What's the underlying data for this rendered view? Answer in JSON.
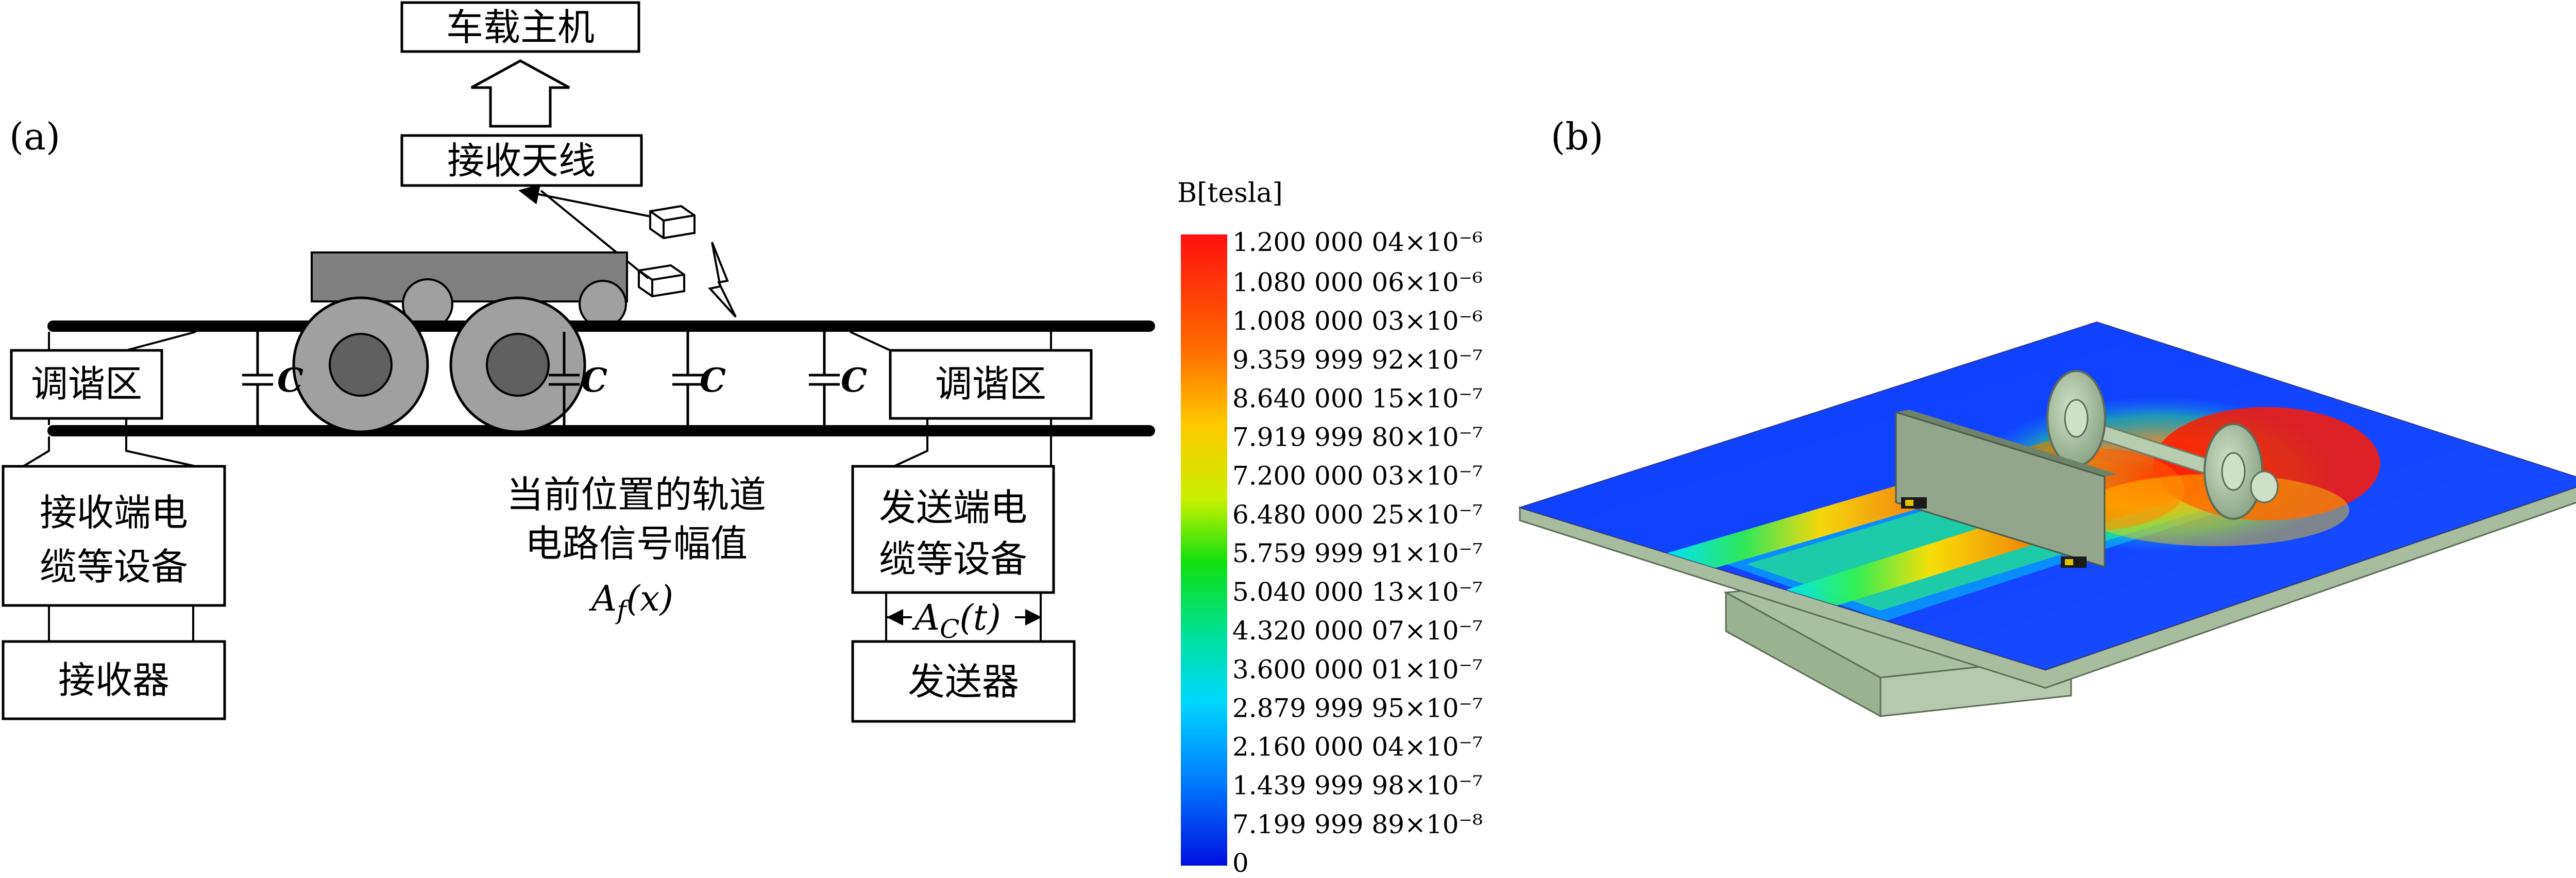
{
  "panel_a": {
    "label": "(a)",
    "host": "车载主机",
    "antenna": "接收天线",
    "tuning_left": "调谐区",
    "tuning_right": "调谐区",
    "receiver_cable": [
      "接收端电",
      "缆等设备"
    ],
    "sender_cable": [
      "发送端电",
      "缆等设备"
    ],
    "receiver": "接收器",
    "sender": "发送器",
    "signal_caption": [
      "当前位置的轨道",
      "电路信号幅值"
    ],
    "af_main": "A",
    "af_sub": "f",
    "af_arg": "(x)",
    "ac_main": "A",
    "ac_sub": "C",
    "ac_arg": "(t)",
    "capacitor_label": "C"
  },
  "panel_b": {
    "label": "(b)",
    "colorbar": {
      "title": "B[tesla]",
      "ticks": [
        "1.200 000 04×10⁻⁶",
        "1.080 000 06×10⁻⁶",
        "1.008 000 03×10⁻⁶",
        "9.359 999 92×10⁻⁷",
        "8.640 000 15×10⁻⁷",
        "7.919 999 80×10⁻⁷",
        "7.200 000 03×10⁻⁷",
        "6.480 000 25×10⁻⁷",
        "5.759 999 91×10⁻⁷",
        "5.040 000 13×10⁻⁷",
        "4.320 000 07×10⁻⁷",
        "3.600 000 01×10⁻⁷",
        "2.879 999 95×10⁻⁷",
        "2.160 000 04×10⁻⁷",
        "1.439 999 98×10⁻⁷",
        "7.199 999 89×10⁻⁸",
        "0"
      ]
    }
  }
}
